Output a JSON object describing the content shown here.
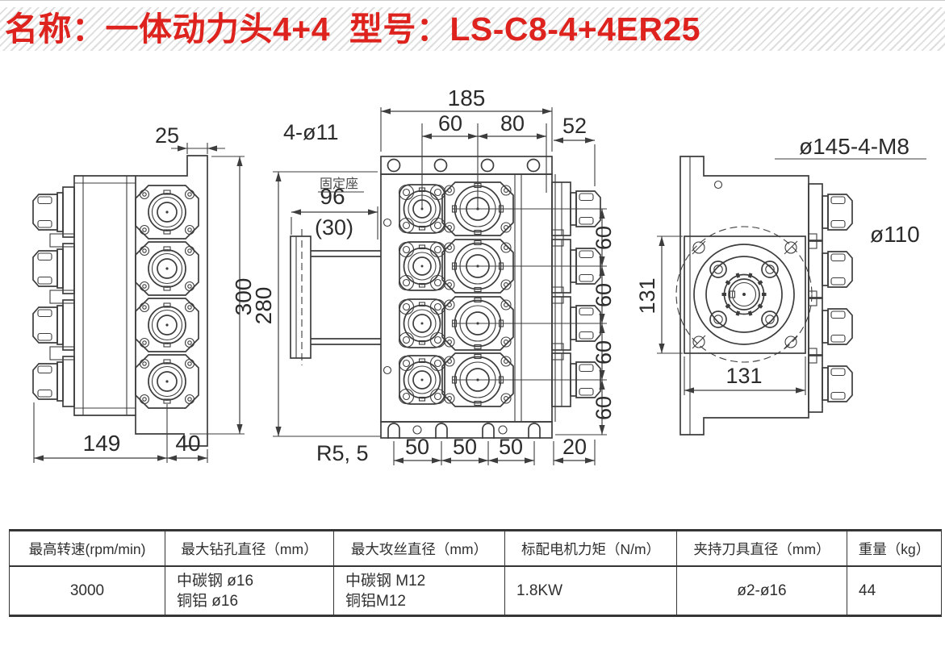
{
  "title": {
    "text": "名称：一体动力头4+4  型号：LS-C8-4+4ER25"
  },
  "colors": {
    "accent_red": "#de231e",
    "line": "#3d3d3d"
  },
  "drawing": {
    "left_view": {
      "dim_top": "25",
      "dim_height": "300",
      "dim_bottom_main": "149",
      "dim_bottom_right": "40"
    },
    "front_view": {
      "label_holes": "4-ø11",
      "label_fixing_seat": "固定座",
      "label_radius": "R5, 5",
      "dim_width": "185",
      "dim_hole_left": "60",
      "dim_hole_right": "80",
      "dim_side": "52",
      "dim_depth": "96",
      "dim_depth_ref": "(30)",
      "dim_height": "280",
      "dim_slots": [
        "50",
        "50",
        "50"
      ],
      "dim_slot_end": "20",
      "dim_rows": [
        "60",
        "60",
        "60",
        "60"
      ]
    },
    "rear_view": {
      "label_bolt_circle": "ø145-4-M8",
      "label_pilot": "ø110",
      "dim_square_height": "131",
      "dim_square_width": "131"
    }
  },
  "table": {
    "columns": [
      {
        "header": "最高转速(rpm/min)",
        "lines": [
          "3000"
        ]
      },
      {
        "header": "最大钻孔直径（mm）",
        "lines": [
          "中碳钢 ø16",
          "铜铝 ø16"
        ]
      },
      {
        "header": "最大攻丝直径（mm）",
        "lines": [
          "中碳钢 M12",
          "铜铝M12"
        ]
      },
      {
        "header": "标配电机力矩（N/m）",
        "lines": [
          "1.8KW"
        ]
      },
      {
        "header": "夹持刀具直径（mm）",
        "lines": [
          "ø2-ø16"
        ]
      },
      {
        "header": "重量（kg）",
        "lines": [
          "44"
        ]
      }
    ]
  }
}
